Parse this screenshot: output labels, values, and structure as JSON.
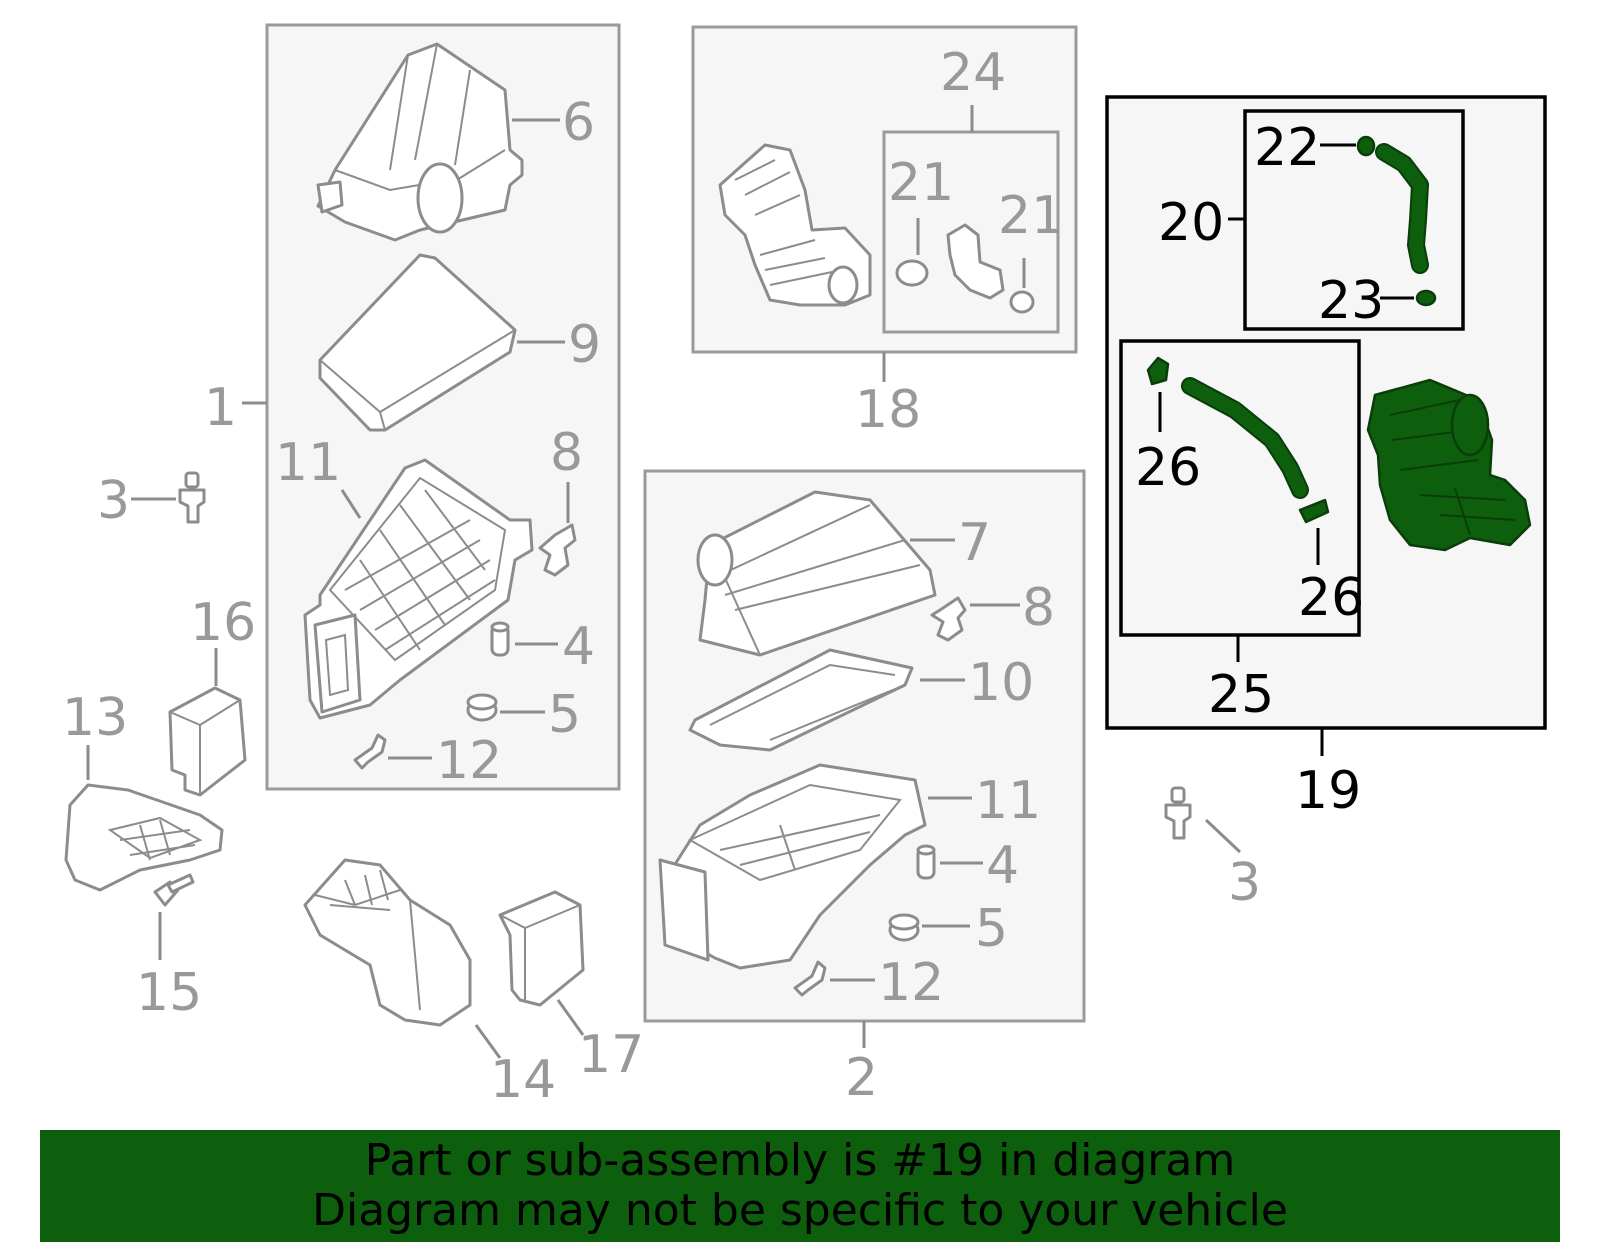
{
  "callouts": {
    "c1": "1",
    "c2": "2",
    "c3a": "3",
    "c3b": "3",
    "c4a": "4",
    "c4b": "4",
    "c5a": "5",
    "c5b": "5",
    "c6": "6",
    "c7": "7",
    "c8a": "8",
    "c8b": "8",
    "c9": "9",
    "c10": "10",
    "c11a": "11",
    "c11b": "11",
    "c12a": "12",
    "c12b": "12",
    "c13": "13",
    "c14": "14",
    "c15": "15",
    "c16": "16",
    "c17": "17",
    "c18": "18",
    "c19": "19",
    "c20": "20",
    "c21a": "21",
    "c21b": "21",
    "c22": "22",
    "c23": "23",
    "c24": "24",
    "c25": "25",
    "c26a": "26",
    "c26b": "26"
  },
  "highlight": {
    "part_number": "19",
    "color": "#0d5e0d"
  },
  "banner": {
    "line1": "Part or sub-assembly is #19 in diagram",
    "line2": "Diagram may not be specific to your vehicle"
  }
}
